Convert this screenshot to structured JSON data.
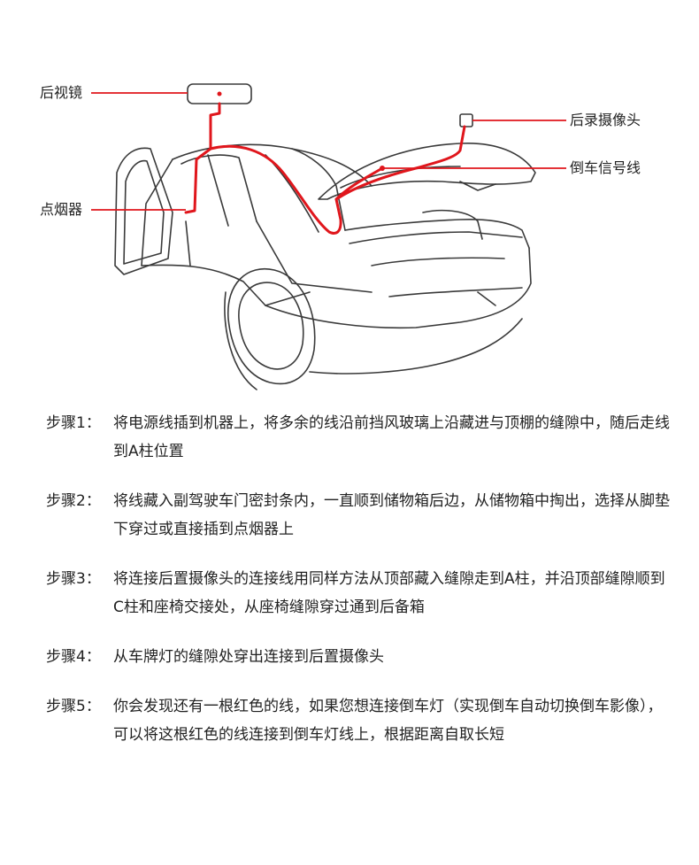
{
  "colors": {
    "wire": "#e0161c",
    "outline": "#3a3a3a",
    "text": "#222222"
  },
  "labels": {
    "mirror": "后视镜",
    "rear_camera": "后录摄像头",
    "reverse_signal": "倒车信号线",
    "cigarette_lighter": "点烟器"
  },
  "steps": [
    {
      "label": "步骤1：",
      "text": "将电源线插到机器上，将多余的线沿前挡风玻璃上沿藏进与顶棚的缝隙中，随后走线到A柱位置"
    },
    {
      "label": "步骤2：",
      "text": "将线藏入副驾驶车门密封条内，一直顺到储物箱后边，从储物箱中掏出，选择从脚垫下穿过或直接插到点烟器上"
    },
    {
      "label": "步骤3：",
      "text": "将连接后置摄像头的连接线用同样方法从顶部藏入缝隙走到A柱，并沿顶部缝隙顺到C柱和座椅交接处，从座椅缝隙穿过通到后备箱"
    },
    {
      "label": "步骤4：",
      "text": "从车牌灯的缝隙处穿出连接到后置摄像头"
    },
    {
      "label": "步骤5：",
      "text": "你会发现还有一根红色的线，如果您想连接倒车灯（实现倒车自动切换倒车影像），可以将这根红色的线连接到倒车灯线上，根据距离自取长短"
    }
  ]
}
